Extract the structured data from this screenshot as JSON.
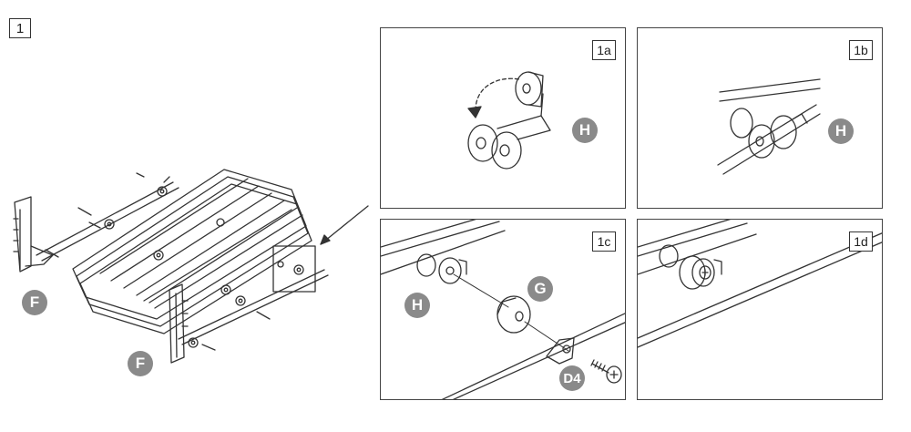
{
  "figure": {
    "step_number": "1",
    "parts": {
      "F": "F",
      "G": "G",
      "H": "H",
      "D4": "D4"
    },
    "panels": [
      {
        "id": "1a",
        "label": "1a"
      },
      {
        "id": "1b",
        "label": "1b"
      },
      {
        "id": "1c",
        "label": "1c"
      },
      {
        "id": "1d",
        "label": "1d"
      }
    ]
  },
  "colors": {
    "line": "#333333",
    "badge": "#8a8a8a",
    "background": "#ffffff"
  }
}
